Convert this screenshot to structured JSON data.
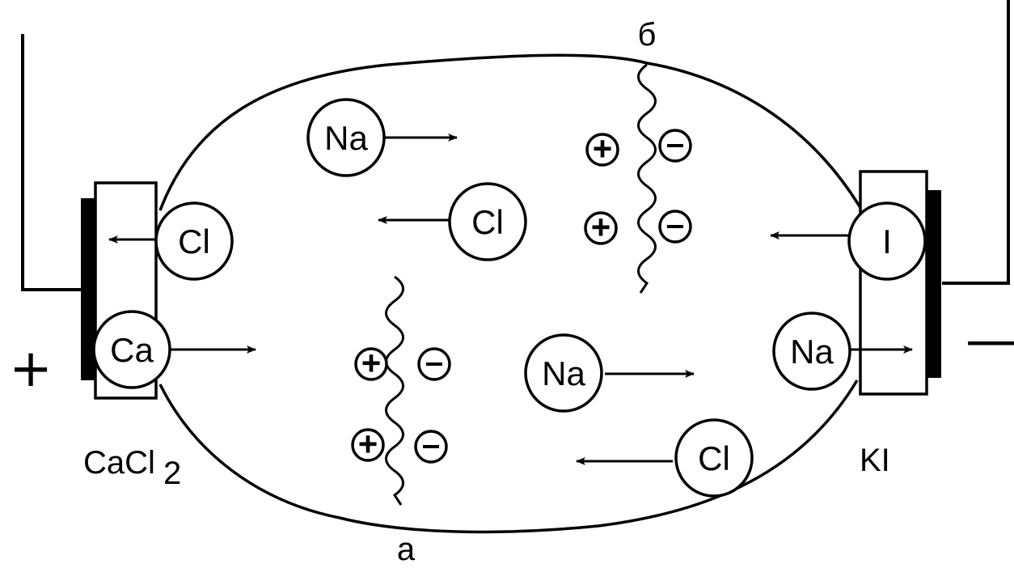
{
  "labels": {
    "top_membrane": "б",
    "bottom_membrane": "а",
    "left_electrode": "CaCl",
    "left_electrode_sub": "2",
    "right_electrode": "KI",
    "anode_sign": "+",
    "cathode_sign": "—"
  },
  "ions": {
    "na_top": "Na",
    "cl_middle": "Cl",
    "cl_left": "Cl",
    "ca_left": "Ca",
    "i_right": "I",
    "na_right": "Na",
    "na_center": "Na",
    "cl_bottom": "Cl"
  },
  "charges": {
    "plus": "+",
    "minus": "−"
  }
}
